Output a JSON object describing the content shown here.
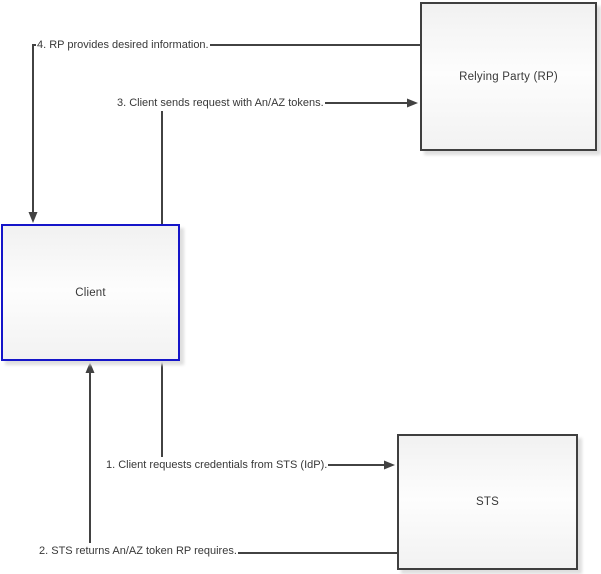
{
  "diagram": {
    "colors": {
      "background": "#ffffff",
      "node_border": "#3f3f3f",
      "client_border_accent": "#1515c9",
      "connector": "#424242",
      "text": "#383838",
      "node_shadow": "#dedede"
    },
    "nodes": [
      {
        "id": "rp",
        "label": "Relying Party (RP)"
      },
      {
        "id": "client",
        "label": "Client"
      },
      {
        "id": "sts",
        "label": "STS"
      }
    ],
    "edges": [
      {
        "id": "1",
        "label": "1. Client requests credentials from STS (IdP).",
        "from": "client",
        "to": "sts",
        "arrow": "right"
      },
      {
        "id": "2",
        "label": "2. STS returns An/AZ token RP requires.",
        "from": "sts",
        "to": "client",
        "arrow": "up"
      },
      {
        "id": "3",
        "label": "3. Client sends request with An/AZ tokens.",
        "from": "client",
        "to": "rp",
        "arrow": "right"
      },
      {
        "id": "4",
        "label": "4. RP provides desired information.",
        "from": "rp",
        "to": "client",
        "arrow": "down"
      }
    ]
  }
}
